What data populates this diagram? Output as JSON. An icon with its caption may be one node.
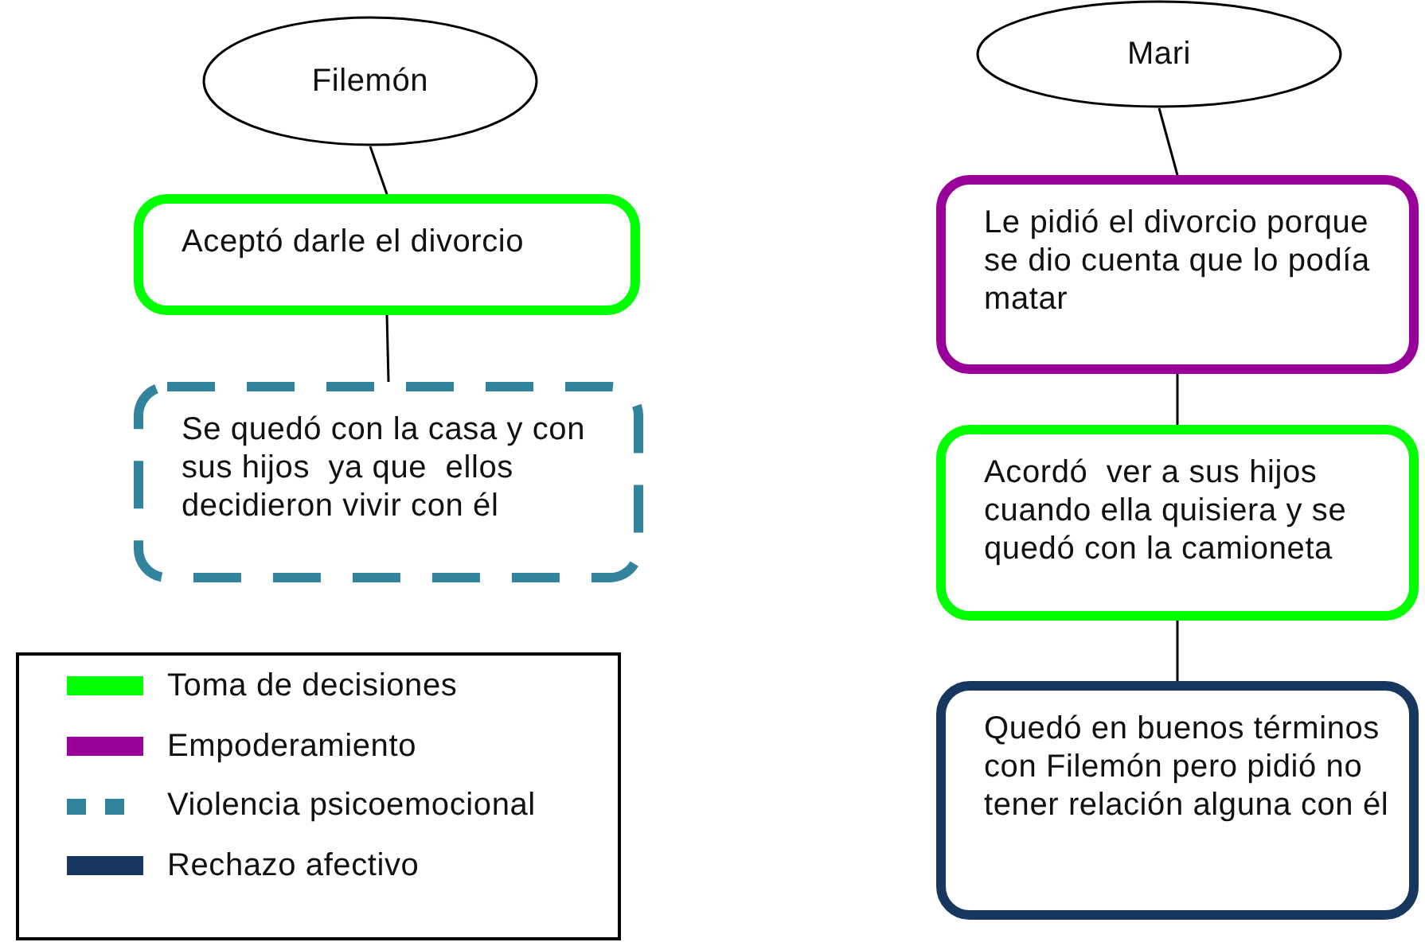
{
  "diagram": {
    "nodes": [
      {
        "text": [
          "Filemón"
        ]
      },
      {
        "text": [
          "Aceptó darle el divorcio"
        ]
      },
      {
        "text": [
          "Se quedó con la casa y con sus hijos  ya que  ellos decidieron vivir con él"
        ]
      },
      {
        "text": [
          "Mari"
        ]
      },
      {
        "text": [
          "Le pidió el divorcio porque se dio cuenta que lo podía matar"
        ]
      },
      {
        "text": [
          "Acordó  ver a sus hijos cuando ella quisiera y se quedó con la camioneta"
        ]
      },
      {
        "text": [
          "Quedó en buenos términos con Filemón pero pidió no tener relación alguna con él"
        ]
      }
    ],
    "edges": [
      {
        "from": 0,
        "to": 1,
        "arrow": "none"
      },
      {
        "from": 1,
        "to": 2,
        "arrow": "none"
      },
      {
        "from": 3,
        "to": 4,
        "arrow": "none"
      },
      {
        "from": 4,
        "to": 5,
        "arrow": "none"
      },
      {
        "from": 5,
        "to": 6,
        "arrow": "none"
      }
    ],
    "legend": [
      {
        "text": "Toma de decisiones",
        "color": "#00ff00"
      },
      {
        "text": "Empoderamiento",
        "color": "#990099"
      },
      {
        "text": "Violencia psicoemocional",
        "color": "#31849b"
      },
      {
        "text": "Rechazo afectivo",
        "color": "#17375e"
      }
    ]
  }
}
